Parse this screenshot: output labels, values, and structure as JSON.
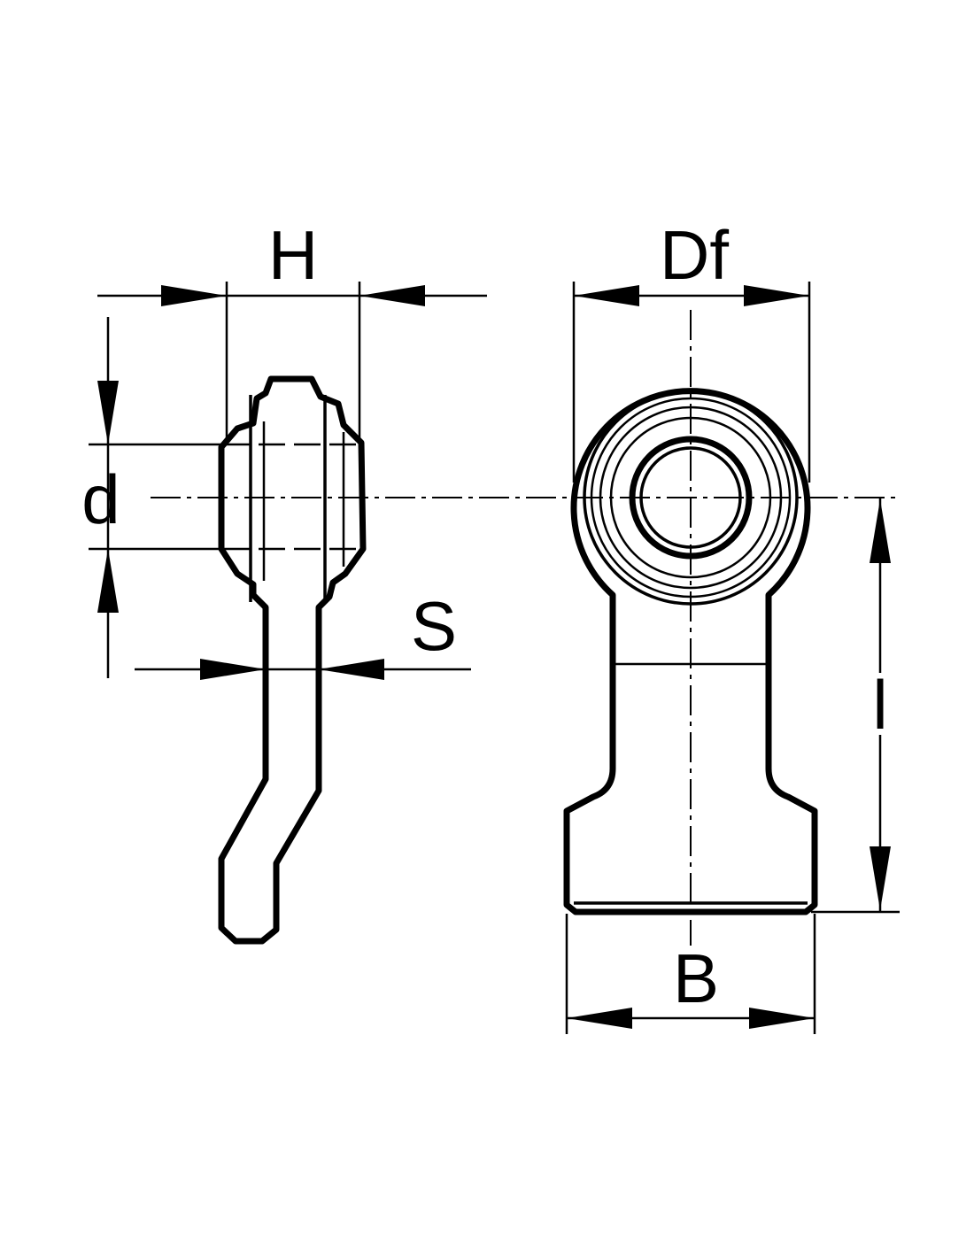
{
  "figure": {
    "labels": {
      "H": "H",
      "Df": "Df",
      "d": "d",
      "S": "S",
      "l": "l",
      "B": "B"
    },
    "stroke_color": "#000000",
    "background_color": "#ffffff"
  }
}
